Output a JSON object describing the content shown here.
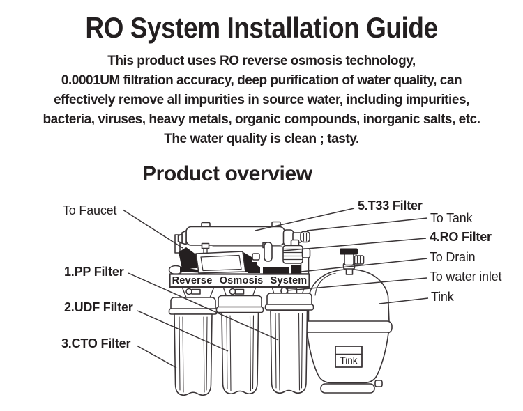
{
  "colors": {
    "background": "#ffffff",
    "ink": "#231f20",
    "line_art": "#3a3537"
  },
  "title": "RO System Installation Guide",
  "intro_lines": [
    "This product uses RO reverse osmosis technology,",
    "0.0001UM filtration accuracy, deep purification of water quality, can",
    "effectively remove all impurities in source water, including impurities,",
    "bacteria, viruses, heavy metals, organic compounds, inorganic salts, etc.",
    "The water quality is clean ; tasty."
  ],
  "section_heading": "Product overview",
  "diagram": {
    "plate_label": "Reverse Osmosis System",
    "tank_box_label": "Tink",
    "callouts": [
      {
        "label": "To Faucet"
      },
      {
        "label": "5.T33 Filter"
      },
      {
        "label": "To Tank"
      },
      {
        "label": "4.RO Filter"
      },
      {
        "label": "To Drain"
      },
      {
        "label": "To water inlet"
      },
      {
        "label": "Tink"
      },
      {
        "label": "1.PP Filter"
      },
      {
        "label": "2.UDF Filter"
      },
      {
        "label": "3.CTO Filter"
      }
    ]
  }
}
